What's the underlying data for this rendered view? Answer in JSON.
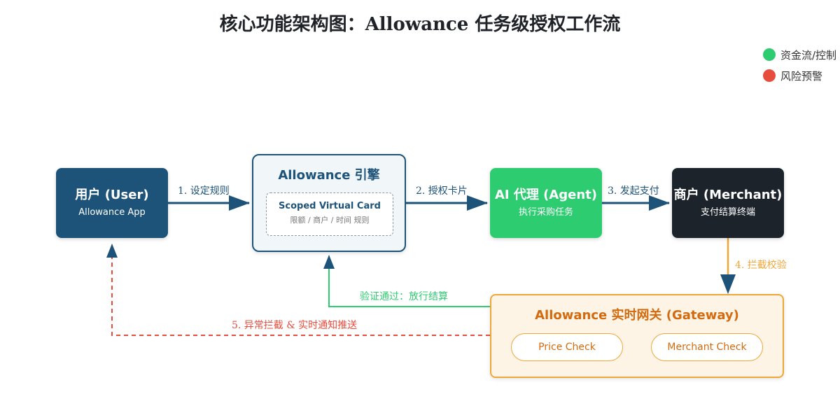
{
  "title": "核心功能架构图：Allowance 任务级授权工作流",
  "legend": [
    {
      "label": "资金流/控制",
      "color": "#2ecc71"
    },
    {
      "label": "风险预警",
      "color": "#e74c3c"
    }
  ],
  "nodes": {
    "user": {
      "title": "用户 (User)",
      "subtitle": "Allowance App"
    },
    "engine": {
      "title": "Allowance 引擎",
      "card_title": "Scoped Virtual Card",
      "card_subtitle": "限额 / 商户 / 时间 规则"
    },
    "agent": {
      "title": "AI 代理 (Agent)",
      "subtitle": "执行采购任务"
    },
    "merchant": {
      "title": "商户 (Merchant)",
      "subtitle": "支付结算终端"
    },
    "gateway": {
      "title": "Allowance 实时网关 (Gateway)",
      "checks": [
        "Price Check",
        "Merchant Check"
      ]
    }
  },
  "edges": {
    "e1": "1. 设定规则",
    "e2": "2. 授权卡片",
    "e3": "3. 发起支付",
    "e4": "4. 拦截校验",
    "e_verify": "验证通过：放行结算",
    "e5": "5. 异常拦截 & 实时通知推送"
  },
  "colors": {
    "navy": "#1e5379",
    "agent_green": "#2ecc71",
    "merchant_dark": "#1c232b",
    "gateway_orange": "#f0a73a",
    "gateway_text": "#d46a0e",
    "alert_red": "#e74c3c"
  }
}
